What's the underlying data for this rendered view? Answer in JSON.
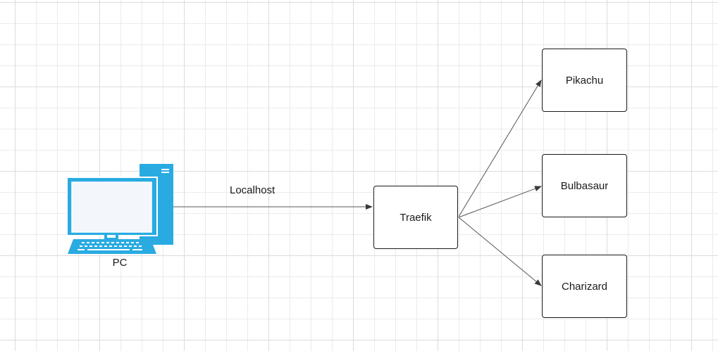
{
  "diagram": {
    "pc": {
      "label": "PC",
      "icon": "desktop-computer-icon",
      "color": "#29abe2"
    },
    "edge_label": "Localhost",
    "nodes": {
      "traefik": "Traefik",
      "pikachu": "Pikachu",
      "bulbasaur": "Bulbasaur",
      "charizard": "Charizard"
    },
    "colors": {
      "border": "#1a1a1a",
      "edge": "#555555",
      "grid": "#ebebeb"
    }
  }
}
